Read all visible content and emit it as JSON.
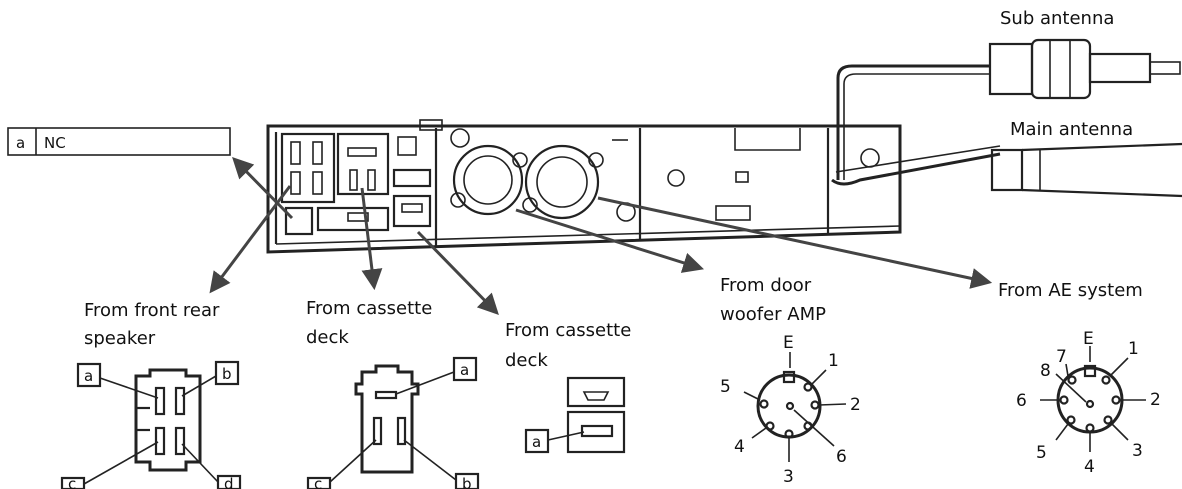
{
  "labels": {
    "sub_antenna": "Sub antenna",
    "main_antenna": "Main antenna",
    "front_rear_speaker_1": "From front rear",
    "front_rear_speaker_2": "speaker",
    "cassette_deck_a_1": "From cassette",
    "cassette_deck_a_2": "deck",
    "cassette_deck_b_1": "From cassette",
    "cassette_deck_b_2": "deck",
    "door_woofer_1": "From door",
    "door_woofer_2": "woofer AMP",
    "ae_system": "From AE system"
  },
  "pin_table": {
    "pin": "a",
    "value": "NC"
  },
  "speaker_pins": {
    "a": "a",
    "b": "b",
    "c": "c",
    "d": "d"
  },
  "cassette1_pins": {
    "a": "a",
    "b": "b",
    "c": "c"
  },
  "cassette2_pins": {
    "a": "a"
  },
  "woofer_pins": {
    "E": "E",
    "p1": "1",
    "p2": "2",
    "p3": "3",
    "p4": "4",
    "p5": "5",
    "p6": "6"
  },
  "ae_pins": {
    "E": "E",
    "p1": "1",
    "p2": "2",
    "p3": "3",
    "p4": "4",
    "p5": "5",
    "p6": "6",
    "p7": "7",
    "p8": "8"
  }
}
